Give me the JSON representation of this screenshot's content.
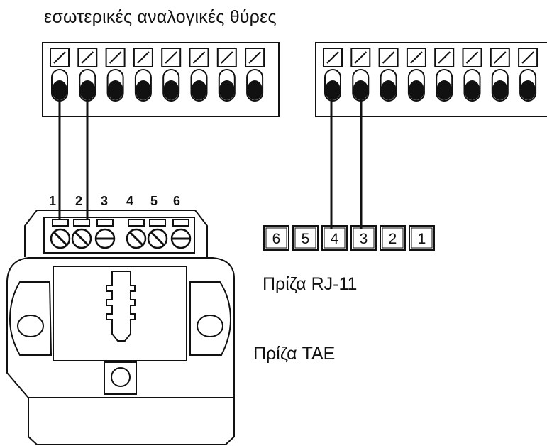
{
  "title": "εσωτερικές αναλογικές θύρες",
  "rj11_label": "Πρίζα RJ-11",
  "tae_label": "Πρίζα TAE",
  "terminal_block_left": {
    "terminal_count": 8
  },
  "terminal_block_right": {
    "terminal_count": 8
  },
  "rj11_pins": [
    "6",
    "5",
    "4",
    "3",
    "2",
    "1"
  ],
  "tae_pins": [
    "1",
    "2",
    "3",
    "4",
    "5",
    "6"
  ],
  "colors": {
    "line": "#111111",
    "background": "#ffffff"
  }
}
